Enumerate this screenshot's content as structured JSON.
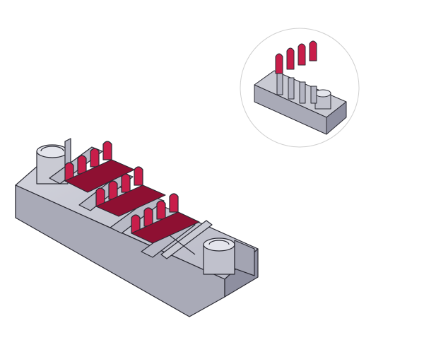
{
  "scene": {
    "kind": "cad-isometric-render",
    "subject": "terminal-connector-block",
    "colors": {
      "background": "#ffffff",
      "body_light": "#c9cad3",
      "body_mid": "#a9aab7",
      "body_dark": "#8e8fa0",
      "edge": "#2a2a33",
      "terminal_red": "#c81e4a",
      "terminal_red_dark": "#8e1032",
      "inset_outline": "#d0d0d0"
    },
    "main_view": {
      "terminal_rows": 3,
      "terminals_per_row": 4
    },
    "inset_view": {
      "terminals": 4,
      "shape": "circle"
    }
  }
}
